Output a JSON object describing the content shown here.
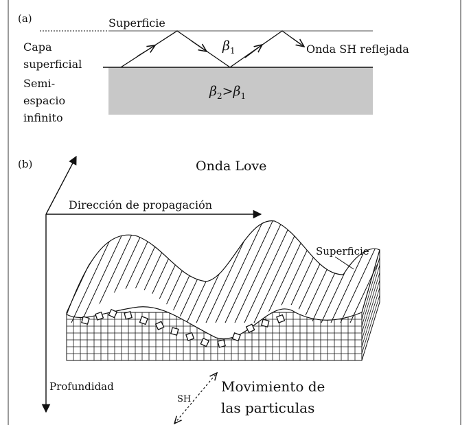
{
  "panel_a": {
    "label": "(a)",
    "surface_label": "Superficie",
    "layer_label_line1": "Capa",
    "layer_label_line2": "superficial",
    "halfspace_line1": "Semi-",
    "halfspace_line2": "espacio",
    "halfspace_line3": "infinito",
    "beta1": "β",
    "beta1_sub": "1",
    "beta2_full_a": "β",
    "beta2_sub": "2",
    "beta2_gt": ">β",
    "beta2_rhs_sub": "1",
    "reflected_wave_label": "Onda SH reflejada"
  },
  "panel_b": {
    "label": "(b)",
    "title": "Onda Love",
    "direction_label": "Dirección de propagación",
    "depth_label": "Profundidad",
    "surface_label": "Superficie",
    "motion_line1": "Movimiento de",
    "motion_line2": "las particulas",
    "sh_label": "SH"
  },
  "colors": {
    "halfspace_fill": "#c8c8c8",
    "line": "#111111",
    "border": "#9a9a9a"
  }
}
